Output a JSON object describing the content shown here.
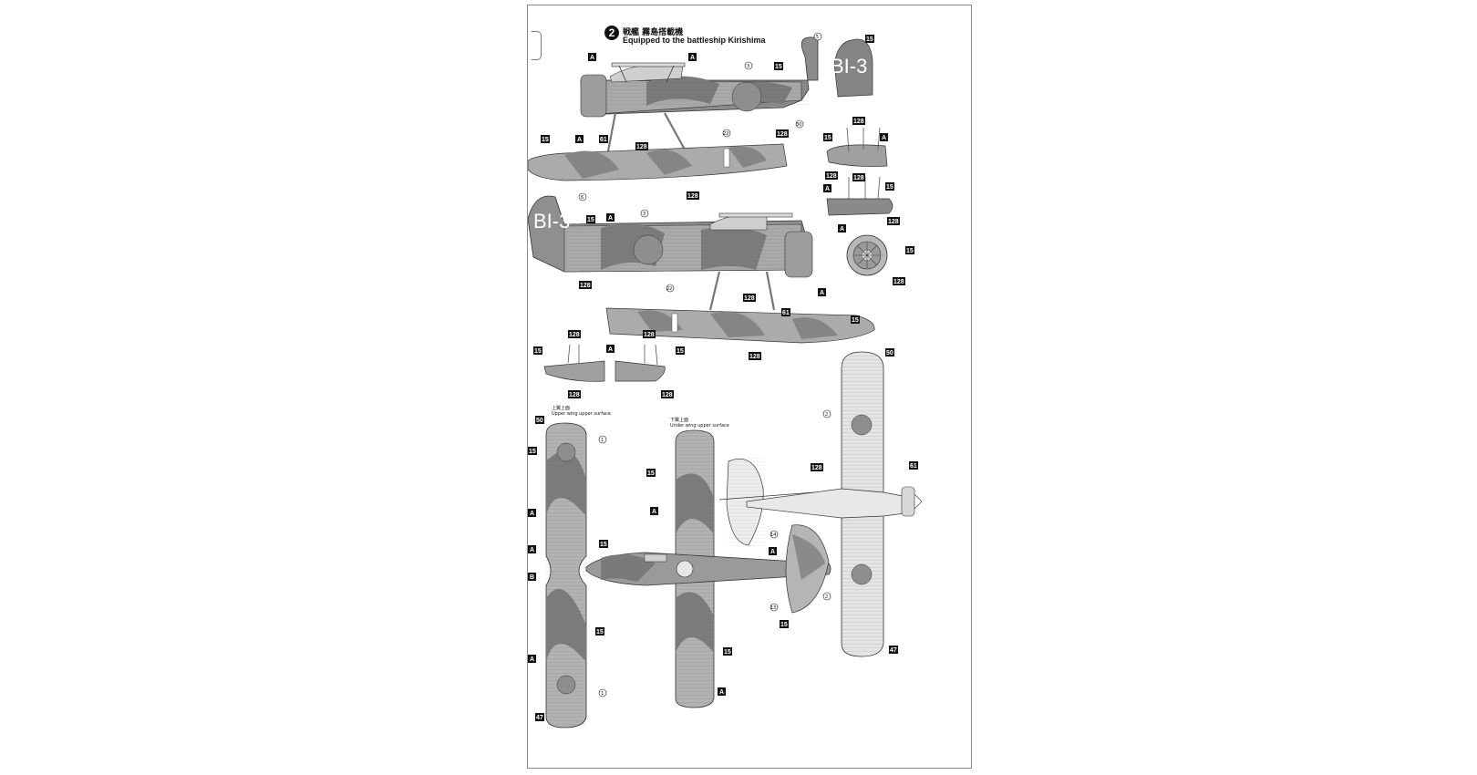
{
  "step": "2",
  "title_jp": "戦艦 霧島搭載機",
  "title_en": "Equipped to the battleship Kirishima",
  "tail_code": "BI-3",
  "labels": {
    "upper_wing_jp": "上翼上面",
    "upper_wing_en": "Upper wing upper surface",
    "lower_wing_jp": "下翼上面",
    "lower_wing_en": "Under wing upper surface"
  },
  "colors": {
    "camo_dark": "#7c7c7c",
    "camo_light": "#b0b0b0",
    "underside": "#e4e4e4",
    "hinomaru": "#8e8e8e",
    "line": "#333333"
  },
  "callouts": {
    "c_a": "A",
    "c_b": "B",
    "c_15": "15",
    "c_128": "128",
    "c_61": "61",
    "c_3": "3",
    "c_5": "5",
    "c_6": "6",
    "c_22": "22",
    "c_30": "30",
    "c_50": "50",
    "c_47": "47",
    "c_2": "2",
    "c_1": "1",
    "c_14": "14",
    "c_13": "13"
  }
}
